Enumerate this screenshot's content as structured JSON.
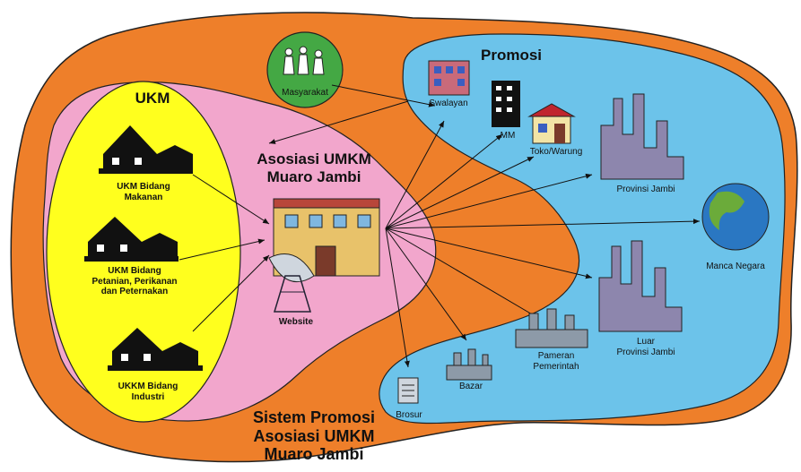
{
  "regions": {
    "ukm_title": "UKM",
    "promosi_title": "Promosi",
    "asosiasi_title": "Asosiasi UMKM\nMuaro Jambi",
    "sistem_title": "Sistem Promosi\nAsosiasi UMKM\nMuaro Jambi"
  },
  "ukm_items": [
    {
      "label": "UKM Bidang\nMakanan"
    },
    {
      "label": "UKM Bidang\nPetanian, Perikanan\ndan Peternakan"
    },
    {
      "label": "UKKM Bidang\nIndustri"
    }
  ],
  "masyarakat": "Masyarakat",
  "website": "Website",
  "promo_items": {
    "swalayan": "Swalayan",
    "mm": "MM",
    "toko": "Toko/Warung",
    "provinsi": "Provinsi Jambi",
    "manca": "Manca Negara",
    "luar": "Luar\nProvinsi Jambi",
    "pameran": "Pameran\nPemerintah",
    "bazar": "Bazar",
    "brosur": "Brosur"
  },
  "colors": {
    "orange": "#ee7f2a",
    "yellow": "#ffff1e",
    "pink": "#f2a6cc",
    "blue": "#6cc3ea",
    "green": "#44a844",
    "building_purple": "#8d86ad"
  }
}
